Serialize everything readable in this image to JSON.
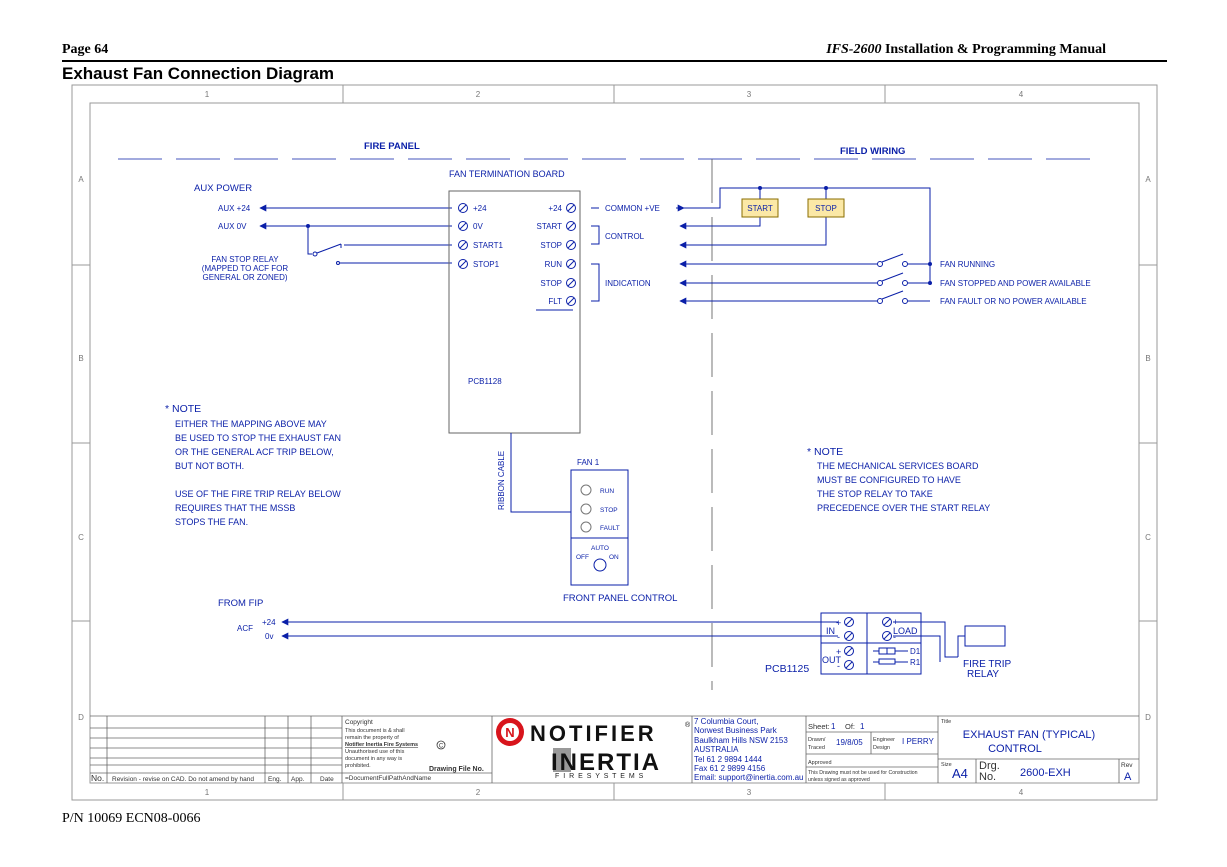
{
  "header": {
    "page_label": "Page 64",
    "manual_model": "IFS-2600",
    "manual_title": " Installation & Programming Manual",
    "section_title": "Exhaust Fan Connection Diagram"
  },
  "footer": {
    "part_number": "P/N 10069 ECN08-0066"
  },
  "frame": {
    "columns": [
      "1",
      "2",
      "3",
      "4"
    ],
    "rows": [
      "A",
      "B",
      "C",
      "D"
    ]
  },
  "diagram": {
    "fire_panel": "FIRE PANEL",
    "field_wiring": "FIELD WIRING",
    "aux_power": "AUX POWER",
    "aux_24": "AUX +24",
    "aux_0v": "AUX 0V",
    "relay_l1": "FAN STOP RELAY",
    "relay_l2": "(MAPPED TO ACF FOR",
    "relay_l3": "GENERAL OR ZONED)",
    "board_title": "FAN TERMINATION BOARD",
    "t_left": [
      "+24",
      "0V",
      "START1",
      "STOP1"
    ],
    "t_right": [
      "+24",
      "START",
      "STOP",
      "RUN",
      "STOP",
      "FLT"
    ],
    "common": "COMMON +VE",
    "control": "CONTROL",
    "indication": "INDICATION",
    "btn_start": "START",
    "btn_stop": "STOP",
    "fan_running": "FAN RUNNING",
    "fan_stopped": "FAN STOPPED AND POWER AVAILABLE",
    "fan_fault": "FAN FAULT OR NO POWER AVAILABLE",
    "pcb1128": "PCB1128",
    "ribbon": "RIBBON CABLE",
    "fan1": "FAN 1",
    "run": "RUN",
    "stop": "STOP",
    "fault": "FAULT",
    "auto": "AUTO",
    "off": "OFF",
    "on": "ON",
    "front_panel_control": "FRONT PANEL CONTROL",
    "note1_title": "* NOTE",
    "note1_lines": [
      "EITHER THE MAPPING ABOVE MAY",
      "BE USED TO STOP THE EXHAUST FAN",
      "OR THE GENERAL ACF TRIP BELOW,",
      "BUT NOT BOTH.",
      "",
      "USE OF THE FIRE TRIP RELAY BELOW",
      "REQUIRES THAT THE MSSB",
      "STOPS THE FAN."
    ],
    "note2_title": "* NOTE",
    "note2_lines": [
      "THE MECHANICAL SERVICES BOARD",
      "MUST BE CONFIGURED TO HAVE",
      "THE STOP RELAY TO TAKE",
      "PRECEDENCE OVER THE START RELAY"
    ],
    "from_fip": "FROM FIP",
    "acf": "ACF",
    "acf_24": "+24",
    "acf_0v": "0v",
    "pcb1125": "PCB1125",
    "in": "IN",
    "out": "OUT",
    "load": "LOAD",
    "d1": "D1",
    "r1": "R1",
    "plus": "+",
    "minus": "-",
    "fire_trip": "FIRE TRIP",
    "relay": "RELAY"
  },
  "title_block": {
    "rev_header": [
      "No.",
      "Revision - revise on CAD.  Do not amend by hand",
      "Eng.",
      "App.",
      "Date"
    ],
    "copyright_lines": [
      "Copyright",
      "This document is & shall",
      "remain the property of",
      "Notifier Inertia Fire Systems",
      "Unauthorised use of this",
      "document in any way is",
      "prohibited."
    ],
    "drawing_file_label": "Drawing File No.",
    "drawing_file_value": "=DocumentFullPathAndName",
    "logo_notifier": "NOTIFIER",
    "logo_inertia": "INERTIA",
    "logo_fire_systems": "F I R E   S Y S T E M S",
    "address_lines": [
      "7 Columbia Court,",
      "Norwest Business Park",
      "Baulkham Hills NSW 2153",
      "AUSTRALIA",
      "Tel  61 2 9894 1444",
      "Fax  61 2 9899 4156",
      "Email: support@inertia.com.au"
    ],
    "sheet_label": "Sheet:",
    "sheet_value": "1",
    "of_label": "Of:",
    "of_value": "1",
    "drawn_label": "Drawn/",
    "traced_label": "Traced",
    "date_value": "19/8/05",
    "engineer_label": "Engineer",
    "design_label": "Design",
    "engineer_value": "I PERRY",
    "approved_label": "Approved",
    "construction_note_1": "This Drawing must not be used for Construction",
    "construction_note_2": "unless signed as approved",
    "title_label": "Title",
    "title_l1": "EXHAUST FAN (TYPICAL)",
    "title_l2": "CONTROL",
    "size_label": "Size",
    "size_value": "A4",
    "drg_label": "Drg.",
    "no_label": "No.",
    "drg_value": "2600-EXH",
    "rev_label": "Rev",
    "rev_value": "A"
  },
  "colors": {
    "wire": "#0a1fa8",
    "button_fill": "#fbe8a6",
    "line": "#555555",
    "logo_red": "#d8141c"
  }
}
